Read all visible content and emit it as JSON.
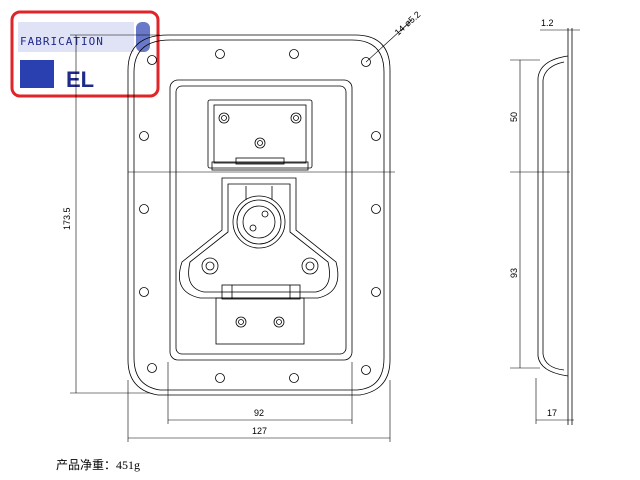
{
  "logo": {
    "top_text": "FABRICATION",
    "bottom_text": "EL",
    "colors": {
      "border": "#e0242a",
      "text": "#1f2a8a",
      "bar": "#2a3fb0"
    }
  },
  "dimensions": {
    "hole_spec": "14-ø5.2",
    "overall_height": "173.5",
    "inner_width": "92",
    "overall_width": "127",
    "thickness": "1.2",
    "upper_segment": "50",
    "lower_segment": "93",
    "depth": "17"
  },
  "footer": {
    "net_weight": "产品净重：451g"
  }
}
